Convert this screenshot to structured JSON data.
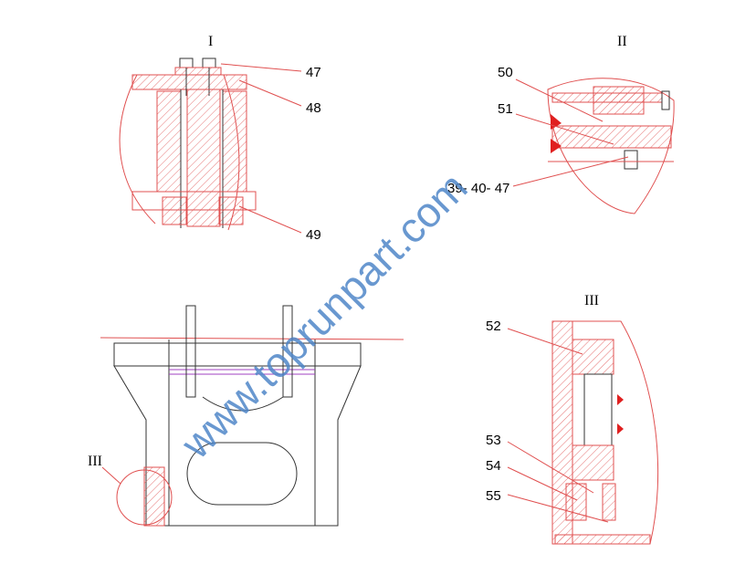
{
  "views": {
    "view1": {
      "title": "I",
      "labels": [
        "47",
        "48",
        "49"
      ]
    },
    "view2": {
      "title": "II",
      "labels": [
        "50",
        "51",
        "39- 40- 47"
      ]
    },
    "view3": {
      "title": "III",
      "labels": [
        "52",
        "53",
        "54",
        "55"
      ]
    },
    "main": {
      "callout": "III"
    }
  },
  "watermark": "www.toprunpart.com",
  "colors": {
    "line": "#e05050",
    "watermark": "#4f86c8",
    "ink": "#333333"
  }
}
